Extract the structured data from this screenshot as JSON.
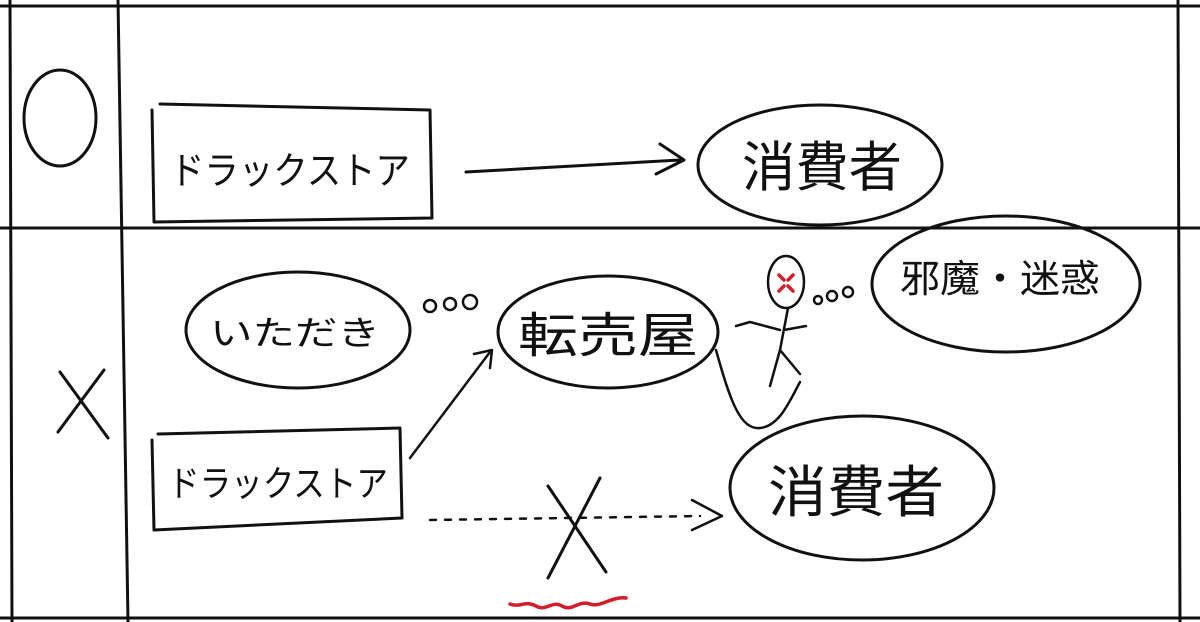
{
  "rows": {
    "good": {
      "mark": "○",
      "source": "ドラックストア",
      "target": "消費者"
    },
    "bad": {
      "mark": "×",
      "source": "ドラックストア",
      "middleman": "転売屋",
      "middleman_thought": "いただき",
      "consumer_thought": "邪魔・迷惑",
      "target": "消費者"
    }
  },
  "colors": {
    "ink": "#111111",
    "accent_red": "#d21e2a"
  }
}
